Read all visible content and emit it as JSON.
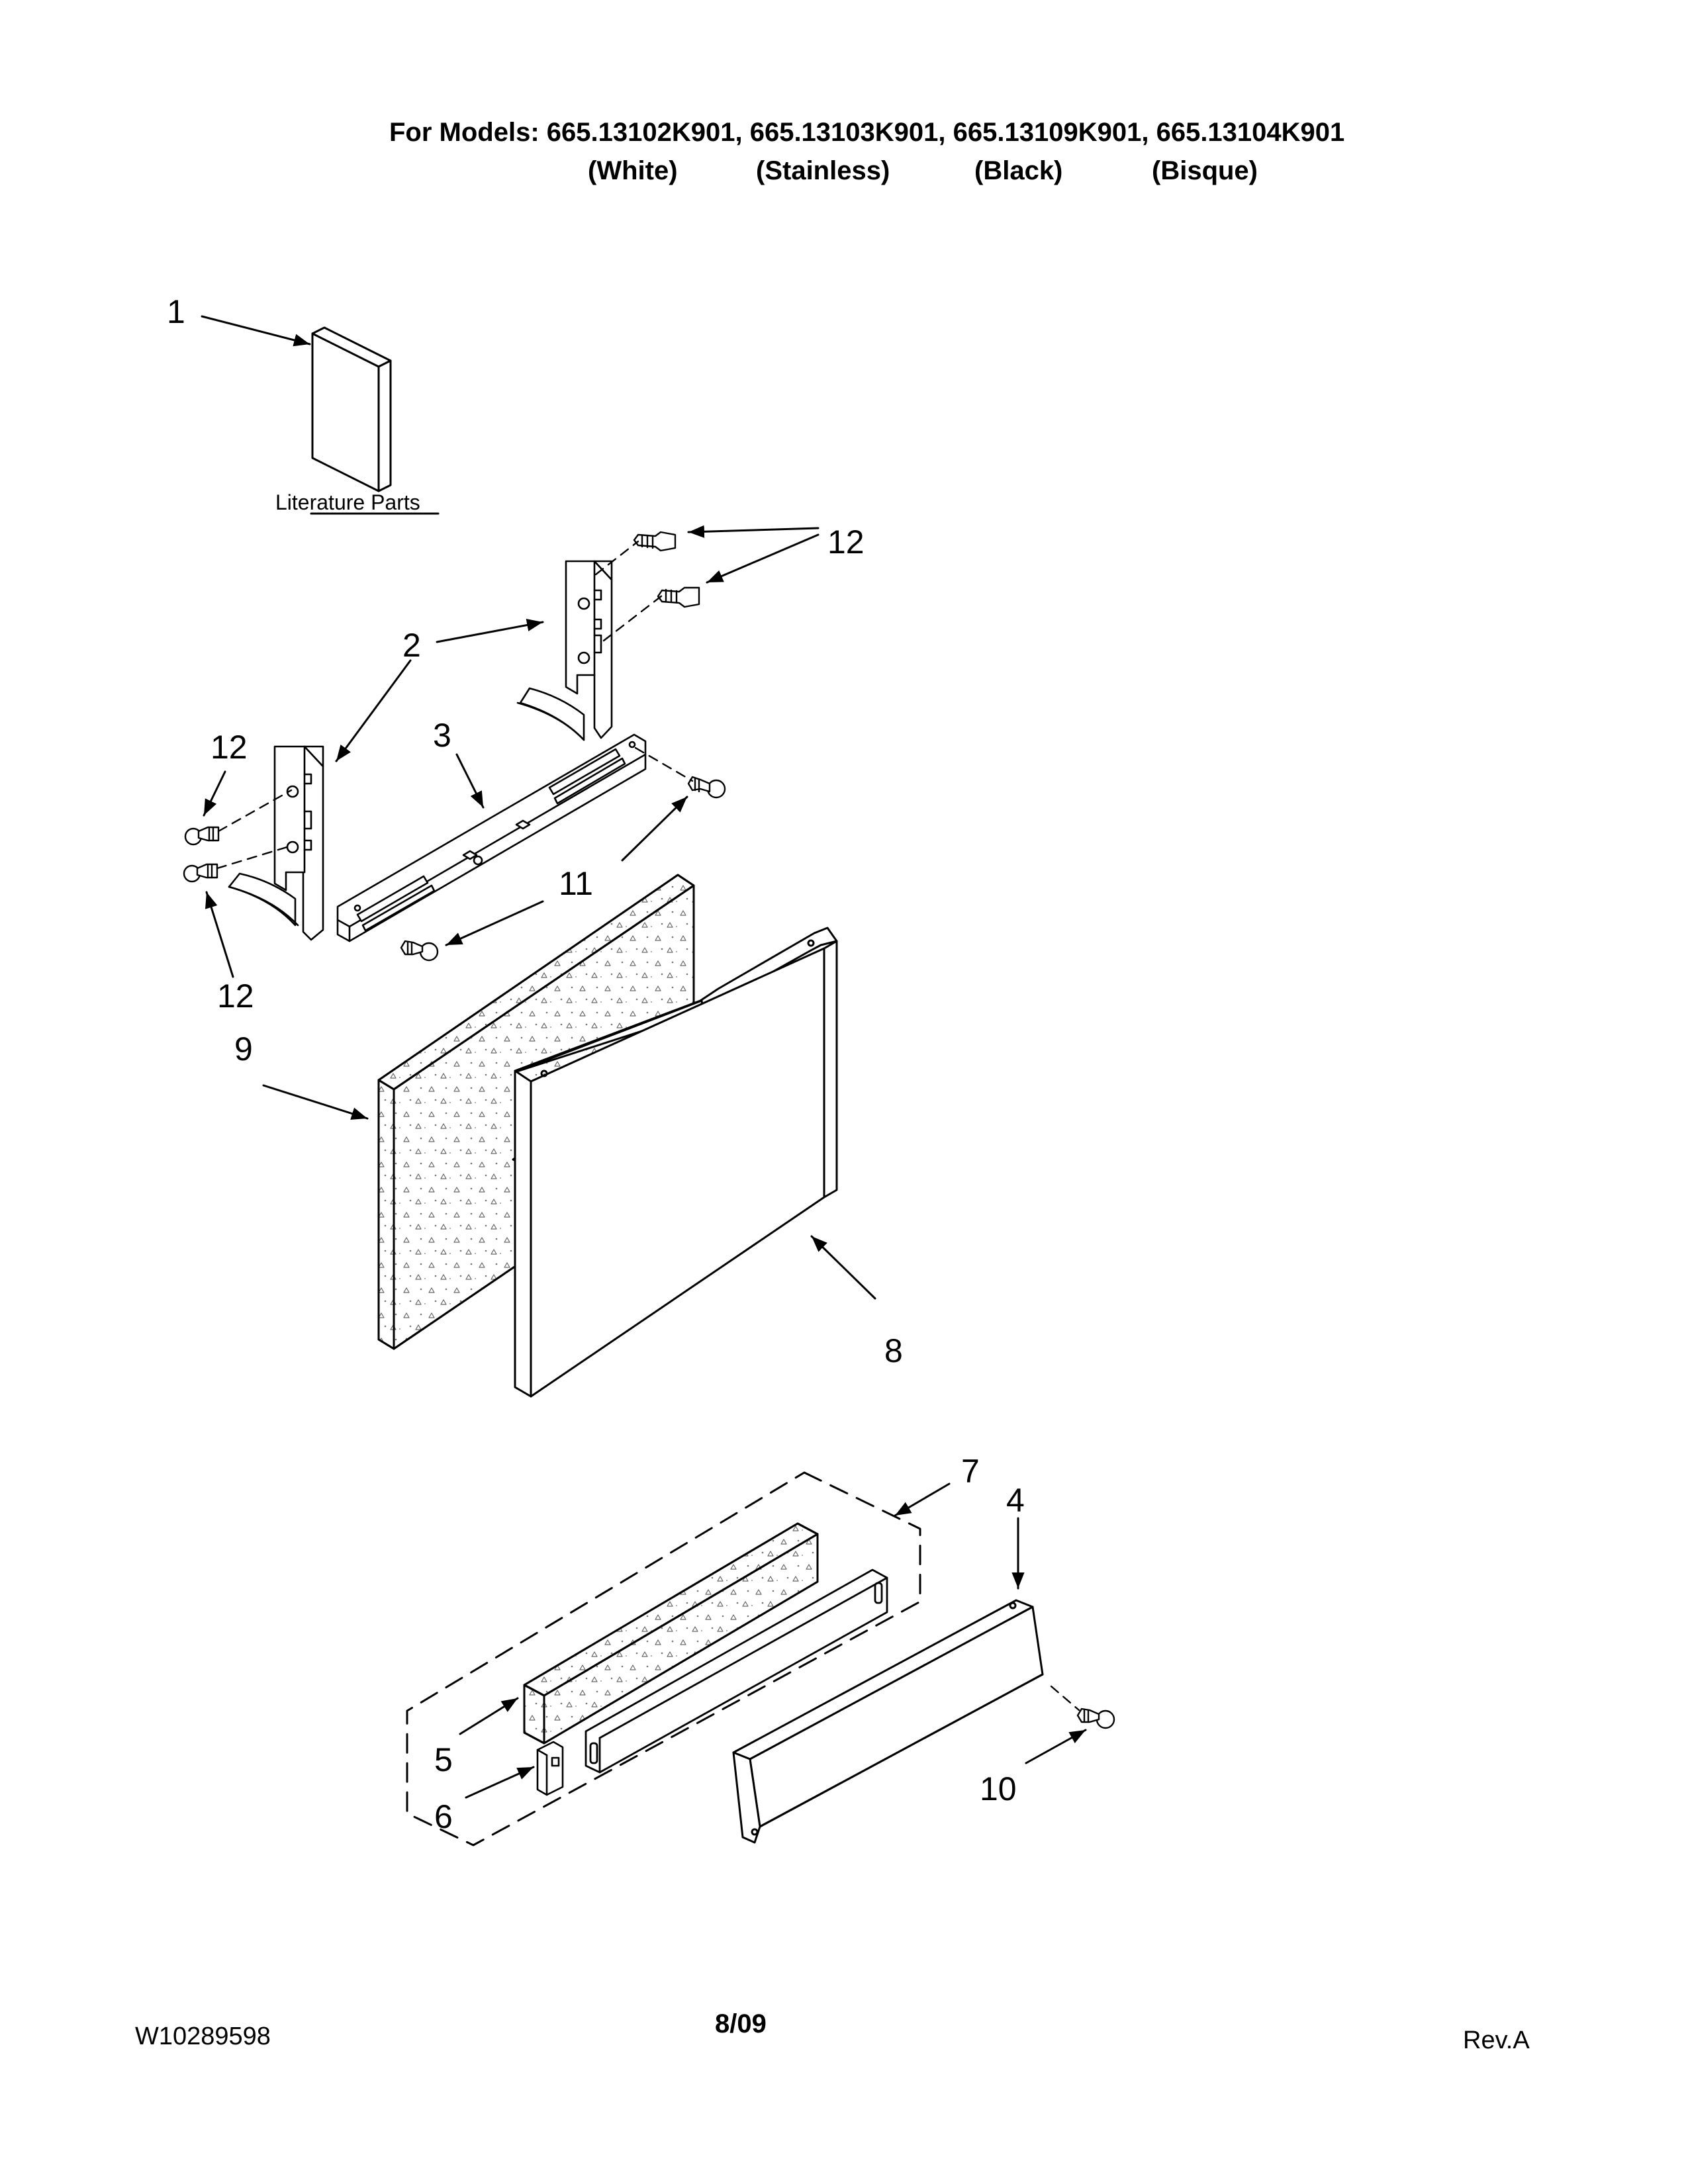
{
  "header": {
    "models_line": "For Models: 665.13102K901, 665.13103K901, 665.13109K901, 665.13104K901",
    "variants": [
      "(White)",
      "(Stainless)",
      "(Black)",
      "(Bisque)"
    ]
  },
  "literature_label": "Literature Parts",
  "callouts": {
    "c1": "1",
    "c2": "2",
    "c3": "3",
    "c4": "4",
    "c5": "5",
    "c6": "6",
    "c7": "7",
    "c8": "8",
    "c9": "9",
    "c10": "10",
    "c11": "11",
    "c12a": "12",
    "c12b": "12",
    "c12c": "12"
  },
  "footer": {
    "doc_number": "W10289598",
    "date": "8/09",
    "revision": "Rev.A"
  }
}
